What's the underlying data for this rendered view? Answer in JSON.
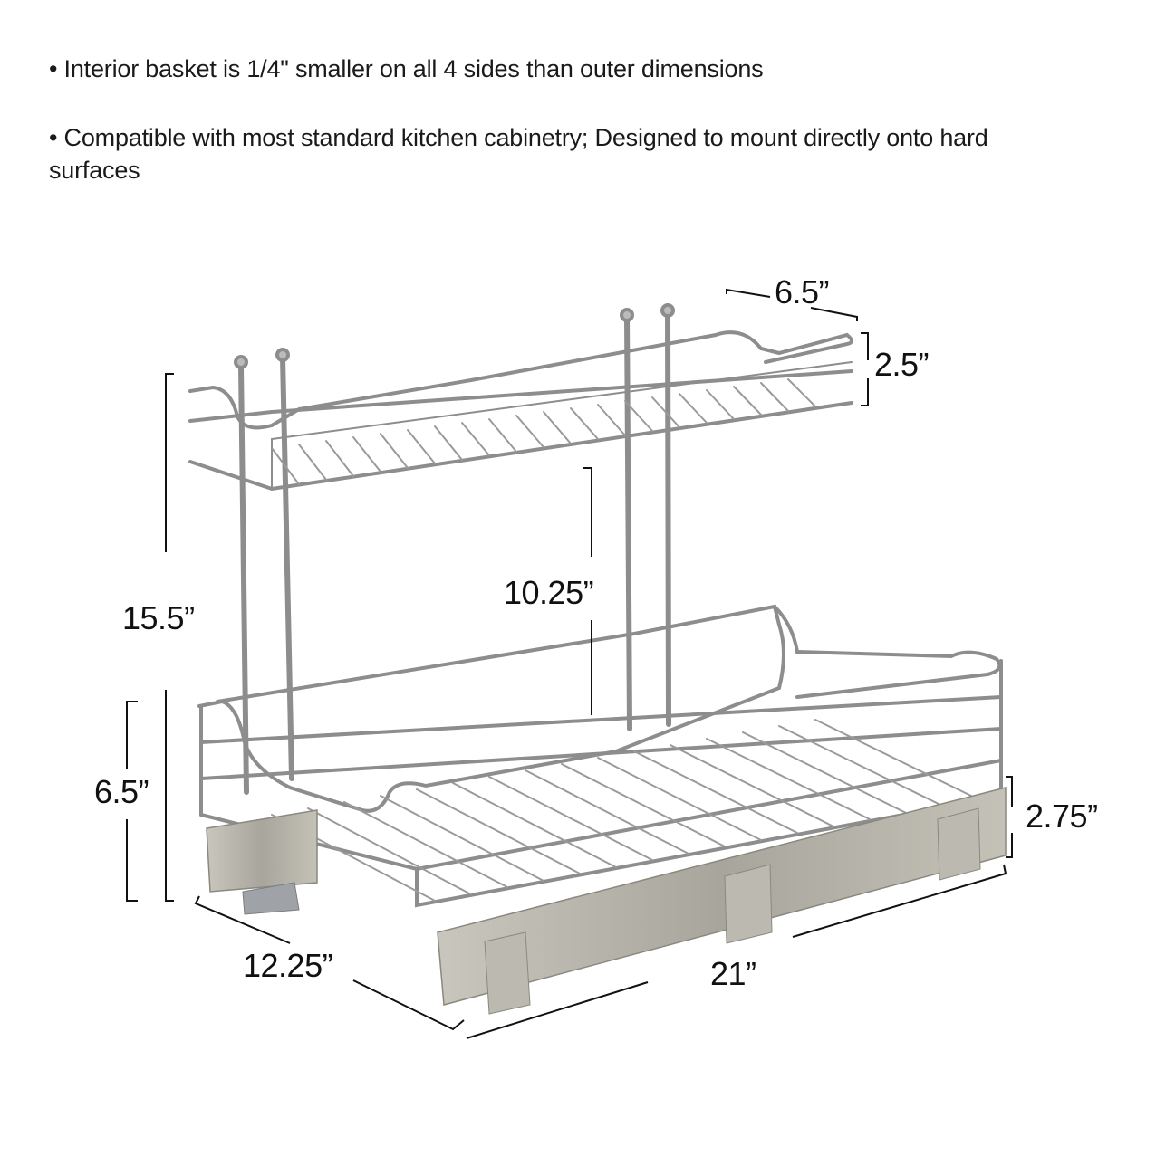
{
  "notes": [
    "• Interior basket is 1/4\" smaller on all 4 sides than outer dimensions",
    "• Compatible with most standard kitchen cabinetry; Designed to mount directly onto hard surfaces"
  ],
  "dimensions": {
    "top_depth": "6.5”",
    "top_height": "2.5”",
    "overall_height": "15.5”",
    "tier_gap": "10.25”",
    "bottom_height": "6.5”",
    "rail_height": "2.75”",
    "width": "12.25”",
    "length": "21”"
  },
  "colors": {
    "chrome_dark": "#6e6e6e",
    "chrome_mid": "#a9a9a9",
    "chrome_light": "#e6e6e6",
    "rail": "#b8b6ac",
    "dim_line": "#111111"
  }
}
